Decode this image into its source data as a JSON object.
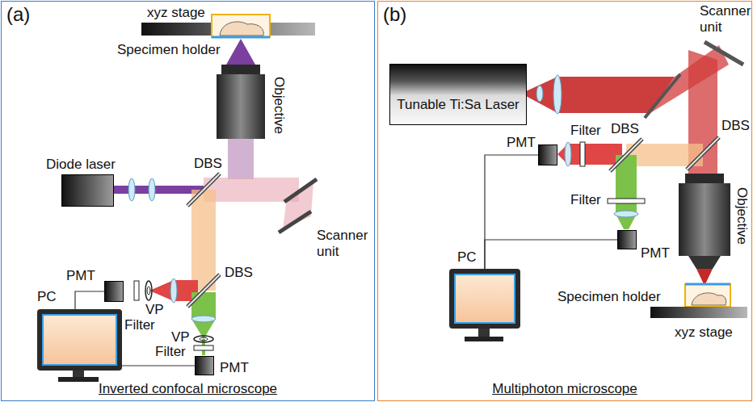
{
  "diagram": {
    "nodes": [
      {
        "text": [
          "(a)",
          "Inverted confocal microscope"
        ]
      },
      {
        "text": [
          "Diode laser"
        ],
        "in": 0
      },
      {
        "text": [
          "PMT"
        ],
        "in": 0
      },
      {
        "text": [
          "PC"
        ],
        "in": 0
      },
      {
        "text": [
          "PMT"
        ],
        "in": 0
      },
      {
        "text": [
          "(b)",
          "Multiphoton microscope"
        ]
      },
      {
        "text": [
          "Tunable Ti:Sa Laser"
        ],
        "in": 5
      },
      {
        "text": [
          "PMT"
        ],
        "in": 5
      },
      {
        "text": [
          "PMT"
        ],
        "in": 5
      },
      {
        "text": [
          "PC"
        ],
        "in": 5
      }
    ],
    "edges": [
      {
        "from": 3,
        "to": 2,
        "arrow": "none"
      },
      {
        "from": 3,
        "to": 4,
        "arrow": "none"
      },
      {
        "from": 9,
        "to": 7,
        "arrow": "none"
      },
      {
        "from": 9,
        "to": 8,
        "arrow": "none"
      }
    ],
    "labels": [
      "xyz stage",
      "Specimen holder",
      "Objective",
      "DBS",
      "Scanner unit",
      "DBS",
      "VP",
      "Filter",
      "VP",
      "Filter",
      "Scanner unit",
      "Filter",
      "DBS",
      "DBS",
      "Objective",
      "Filter",
      "Specimen holder",
      "xyz stage"
    ]
  }
}
